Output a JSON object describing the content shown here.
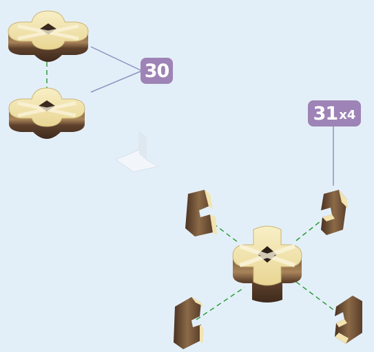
{
  "callouts": {
    "part_30": {
      "number": "30"
    },
    "part_31": {
      "number": "31",
      "quantity": "x4"
    }
  },
  "colors": {
    "background": "#e3eff8",
    "badge": "#9e83b6",
    "leader_line": "#8c90c0",
    "guide_line": "#2f9a3c",
    "wood_light": "#f2e4b0",
    "wood_dark": "#6a4a34",
    "arrow": "#f2f6fa"
  },
  "icons": {
    "step_arrow": "rotate-arrow-icon"
  }
}
